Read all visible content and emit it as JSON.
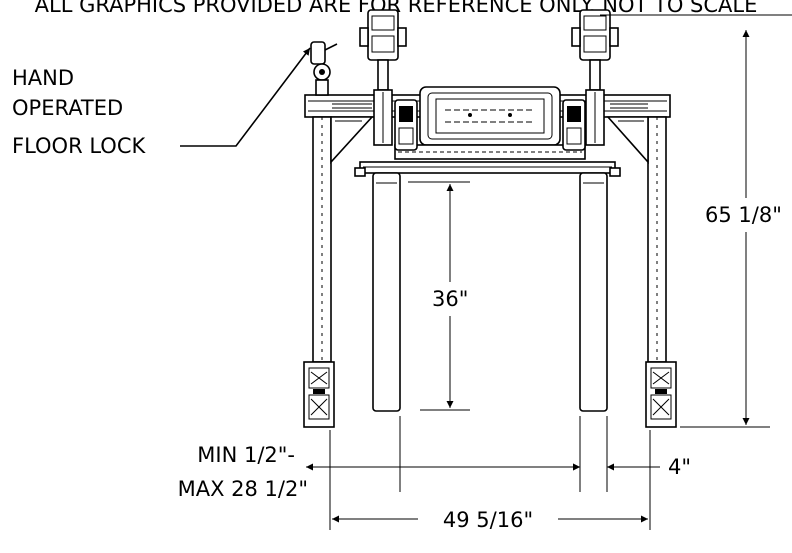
{
  "header_text": "ALL GRAPHICS PROVIDED ARE FOR REFERENCE ONLY. NOT TO SCALE",
  "callout": {
    "lines": [
      "HAND",
      "OPERATED",
      "FLOOR LOCK"
    ]
  },
  "dimensions": {
    "overall_height": "65 1/8\"",
    "fork_length": "36\"",
    "fork_spread_min": "MIN 1/2\"-",
    "fork_spread_max": "MAX 28 1/2\"",
    "fork_width": "4\"",
    "overall_width": "49 5/16\""
  }
}
